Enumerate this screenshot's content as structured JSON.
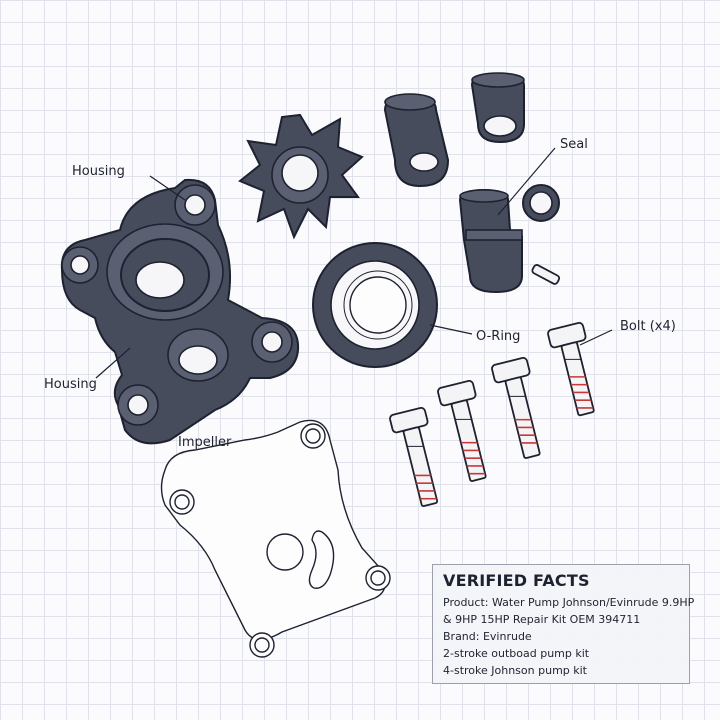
{
  "labels": {
    "housing_top": "Housing",
    "housing_left": "Housing",
    "impeller": "Impeller",
    "seal": "Seal",
    "oring": "O-Ring",
    "bolt": "Bolt (x4)"
  },
  "facts": {
    "title": "VERIFIED FACTS",
    "lines": [
      "Product: Water Pump Johnson/Evinrude 9.9HP",
      "& 9HP 15HP Repair Kit OEM 394711",
      "Brand: Evinrude",
      "2-stroke outboad pump kit",
      "4-stroke Johnson pump kit"
    ]
  },
  "colors": {
    "part_dark": "#464c5c",
    "outline": "#1e2230",
    "thread_accent": "#c23a3a",
    "grid": "#dfe2ea"
  }
}
